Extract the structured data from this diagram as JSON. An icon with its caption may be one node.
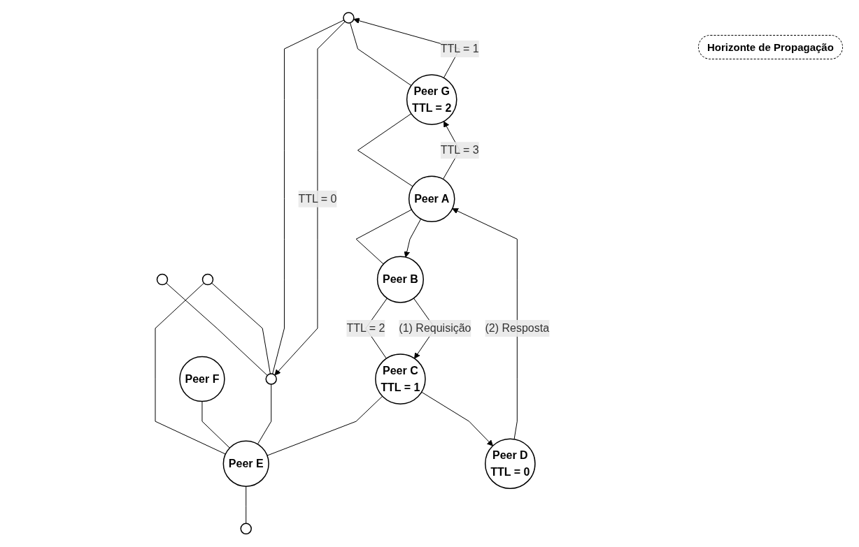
{
  "diagram": {
    "nodes": [
      {
        "text": [],
        "shape": "circle"
      },
      {
        "text": [],
        "shape": "circle"
      },
      {
        "text": [
          "Peer F"
        ]
      },
      {
        "text": [],
        "shape": "circle"
      },
      {
        "text": [
          "Peer E"
        ]
      },
      {
        "text": [],
        "shape": "circle"
      },
      {
        "text": [
          "Peer B"
        ]
      },
      {
        "text": [
          "Peer C",
          "TTL = 1"
        ]
      },
      {
        "text": [
          "Peer G",
          "TTL = 2"
        ]
      },
      {
        "text": [],
        "shape": "circle"
      },
      {
        "text": [
          "Peer A"
        ]
      },
      {
        "text": [
          "Peer D",
          "TTL = 0"
        ]
      }
    ],
    "edges": [
      {
        "from": 0,
        "to": 3,
        "arrow": "none"
      },
      {
        "from": 1,
        "to": 3,
        "arrow": "none"
      },
      {
        "from": 1,
        "to": 4,
        "arrow": "none"
      },
      {
        "from": 2,
        "to": 4,
        "arrow": "none"
      },
      {
        "from": 3,
        "to": 4,
        "arrow": "none"
      },
      {
        "from": 5,
        "to": 3,
        "arrow": "none"
      },
      {
        "from": 7,
        "to": 4,
        "arrow": "none"
      },
      {
        "from": 4,
        "to": 9,
        "arrow": "none"
      },
      {
        "from": 6,
        "to": 7,
        "arrow": "none",
        "label": "TTL = 2"
      },
      {
        "from": 6,
        "to": 7,
        "arrow": "to",
        "label": "(1) Requisição"
      },
      {
        "from": 5,
        "to": 8,
        "arrow": "none"
      },
      {
        "from": 8,
        "to": 10,
        "arrow": "none"
      },
      {
        "from": 10,
        "to": 6,
        "arrow": "none"
      },
      {
        "from": 10,
        "to": 6,
        "arrow": "to"
      },
      {
        "from": 7,
        "to": 11,
        "arrow": "to"
      },
      {
        "from": 11,
        "to": 10,
        "arrow": "to",
        "label": "(2) Resposta"
      },
      {
        "from": 10,
        "to": 8,
        "arrow": "to",
        "label": "TTL = 3"
      },
      {
        "from": 8,
        "to": 5,
        "arrow": "to",
        "label": "TTL = 1"
      },
      {
        "from": 5,
        "to": 3,
        "arrow": "to",
        "label": "TTL = 0"
      }
    ],
    "labels": [
      "Horizonte de Propagação"
    ]
  }
}
